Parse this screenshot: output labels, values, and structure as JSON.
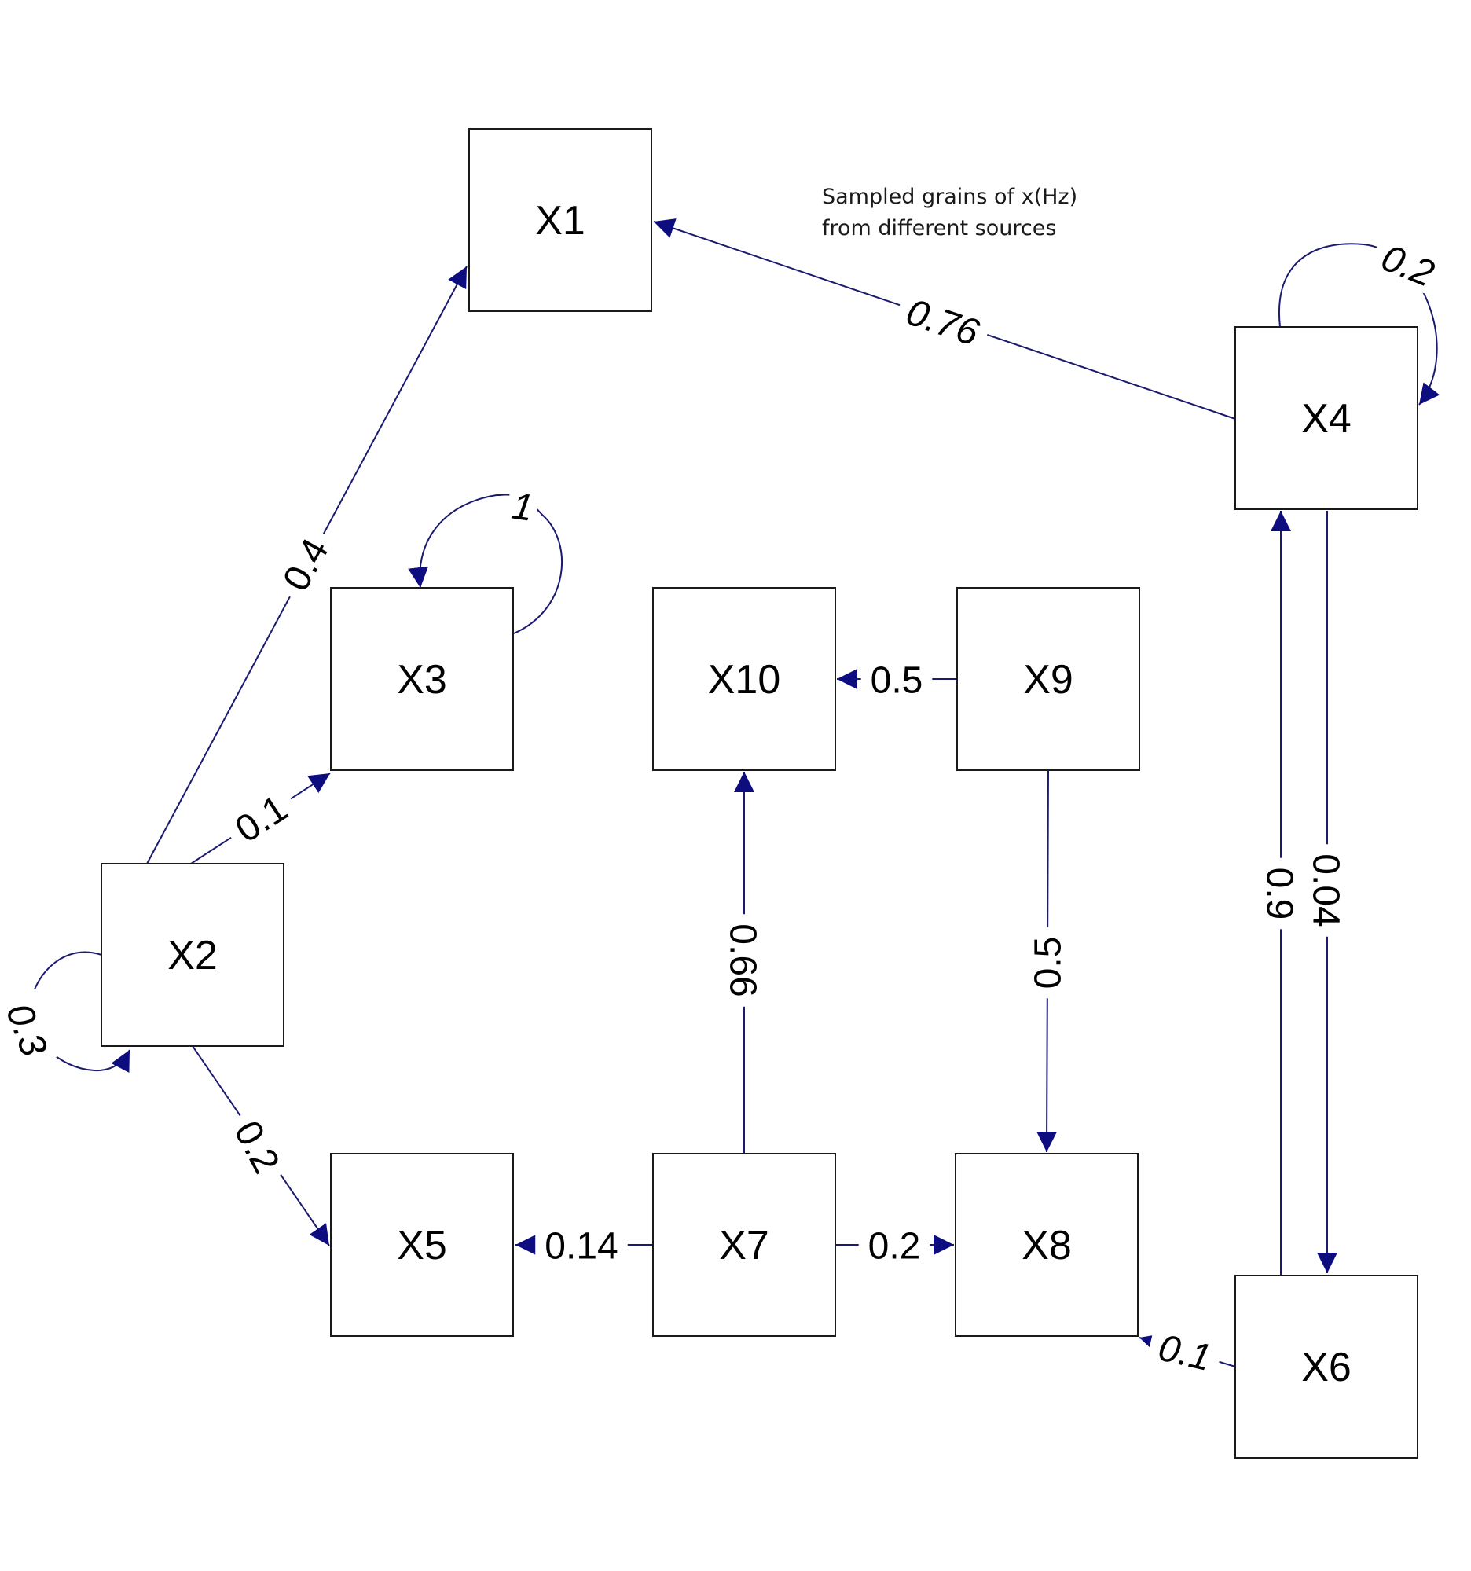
{
  "annotation": {
    "lines": [
      "Sampled grains of x(Hz)",
      "from different sources"
    ]
  },
  "colors": {
    "edge": "#1a1a6e",
    "arrowhead": "#0d0d80",
    "box": "#1a1a1a"
  },
  "nodes": [
    {
      "id": "X1",
      "label": "X1"
    },
    {
      "id": "X2",
      "label": "X2"
    },
    {
      "id": "X3",
      "label": "X3"
    },
    {
      "id": "X4",
      "label": "X4"
    },
    {
      "id": "X5",
      "label": "X5"
    },
    {
      "id": "X6",
      "label": "X6"
    },
    {
      "id": "X7",
      "label": "X7"
    },
    {
      "id": "X8",
      "label": "X8"
    },
    {
      "id": "X9",
      "label": "X9"
    },
    {
      "id": "X10",
      "label": "X10"
    }
  ],
  "edges": [
    {
      "from": "X2",
      "to": "X1",
      "label": "0.4"
    },
    {
      "from": "X4",
      "to": "X1",
      "label": "0.76"
    },
    {
      "from": "X4",
      "to": "X4",
      "label": "0.2"
    },
    {
      "from": "X3",
      "to": "X3",
      "label": "1"
    },
    {
      "from": "X2",
      "to": "X3",
      "label": "0.1"
    },
    {
      "from": "X9",
      "to": "X10",
      "label": "0.5"
    },
    {
      "from": "X2",
      "to": "X2",
      "label": "0.3"
    },
    {
      "from": "X7",
      "to": "X10",
      "label": "0.66"
    },
    {
      "from": "X9",
      "to": "X8",
      "label": "0.5"
    },
    {
      "from": "X6",
      "to": "X4",
      "label": "0.9"
    },
    {
      "from": "X4",
      "to": "X6",
      "label": "0.04"
    },
    {
      "from": "X2",
      "to": "X5",
      "label": "0.2"
    },
    {
      "from": "X7",
      "to": "X5",
      "label": "0.14"
    },
    {
      "from": "X7",
      "to": "X8",
      "label": "0.2"
    },
    {
      "from": "X6",
      "to": "X8",
      "label": "0.1"
    }
  ]
}
